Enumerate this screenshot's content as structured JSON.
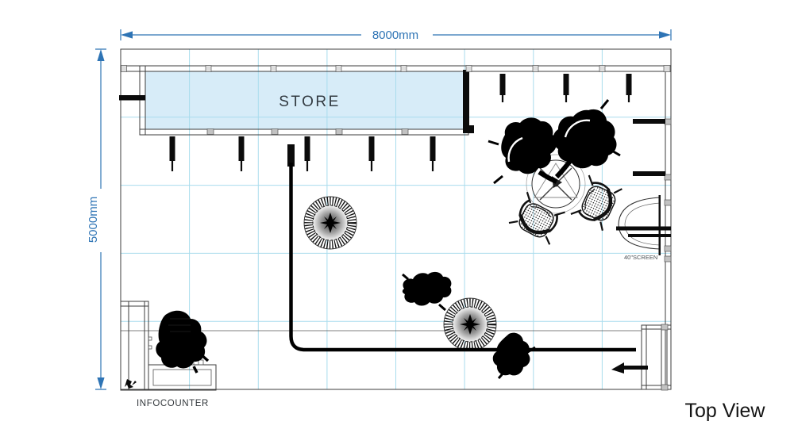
{
  "drawing_title": "Top View",
  "dimension_width": {
    "label": "8000mm"
  },
  "dimension_height": {
    "label": "5000mm"
  },
  "store": {
    "label": "STORE",
    "fill": "#d7ecf8"
  },
  "infocounter": {
    "label": "INFOCOUNTER"
  },
  "screen": {
    "label": "40\"SCREEN"
  },
  "grid": {
    "columns": 8,
    "rows": 5,
    "cell_size_mm": 1000
  },
  "colors": {
    "dimension_blue": "#2e74b5",
    "grid_blue": "#a9dced",
    "store_fill": "#d7ecf8",
    "wall_line": "#3c3c3c",
    "ink": "#0b0b0b"
  },
  "furniture": {
    "meeting_table": "round-table-4-wire-chairs",
    "occupied_chairs": 2,
    "empty_chairs": 2,
    "garment_racks": 2,
    "walking_people": 3,
    "counter_staff": 1,
    "wall_rails": "garment-rails",
    "screen_item": "40-inch-wall-screen",
    "counter_item": "l-shaped-info-counter"
  }
}
